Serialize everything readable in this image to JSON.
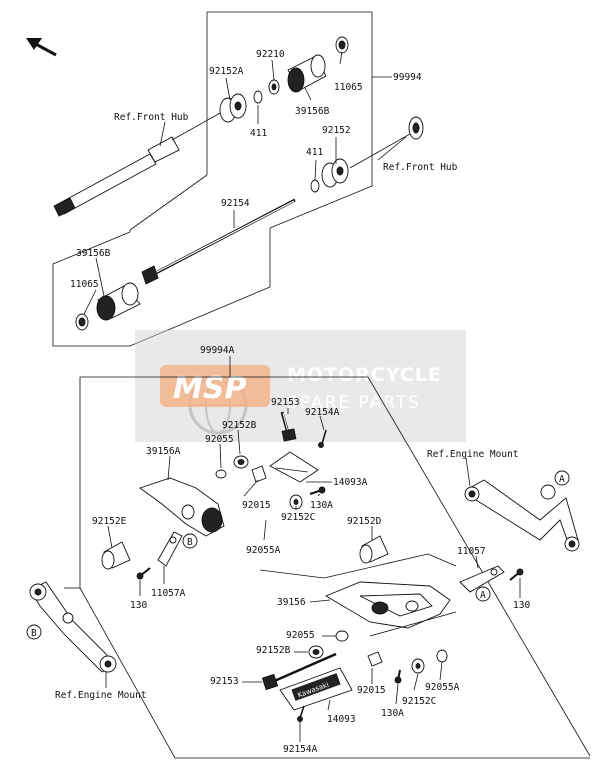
{
  "labels": {
    "p99994": "99994",
    "p92210": "92210",
    "p92152A": "92152A",
    "p11065_top": "11065",
    "p39156B_top": "39156B",
    "p411_top": "411",
    "ref_front_hub_left": "Ref.Front Hub",
    "p92152": "92152",
    "p411_mid": "411",
    "ref_front_hub_right": "Ref.Front Hub",
    "p92154": "92154",
    "p39156B_low": "39156B",
    "p11065_low": "11065",
    "p99994A": "99994A",
    "p92153_a": "92153",
    "p92154A_a": "92154A",
    "p92152B_a": "92152B",
    "p92055_a": "92055",
    "p39156A": "39156A",
    "p14093A": "14093A",
    "ref_engine_mount_right": "Ref.Engine Mount",
    "p92015_a": "92015",
    "p130A_a": "130A",
    "p92152C_a": "92152C",
    "p92152E": "92152E",
    "p92055A_a": "92055A",
    "p92152D": "92152D",
    "p11057": "11057",
    "p130_a": "130",
    "p11057A": "11057A",
    "p130_b": "130",
    "p39156": "39156",
    "p92055_b": "92055",
    "p92152B_b": "92152B",
    "p92153_b": "92153",
    "p92015_b": "92015",
    "p92055A_b": "92055A",
    "p14093": "14093",
    "p130A_b": "130A",
    "p92152C_b": "92152C",
    "p92154A_b": "92154A",
    "ref_engine_mount_left": "Ref.Engine Mount",
    "callout_A_1": "A",
    "callout_A_2": "A",
    "callout_B_1": "B",
    "callout_B_2": "B"
  },
  "watermark": {
    "logo": "MSP",
    "line1": "MOTORCYCLE",
    "line2": "SPARE PARTS",
    "logo_color": "#f4a06a"
  },
  "icons": {
    "direction": "arrow-up-left-icon"
  },
  "emblem_text": "Kawasaki"
}
